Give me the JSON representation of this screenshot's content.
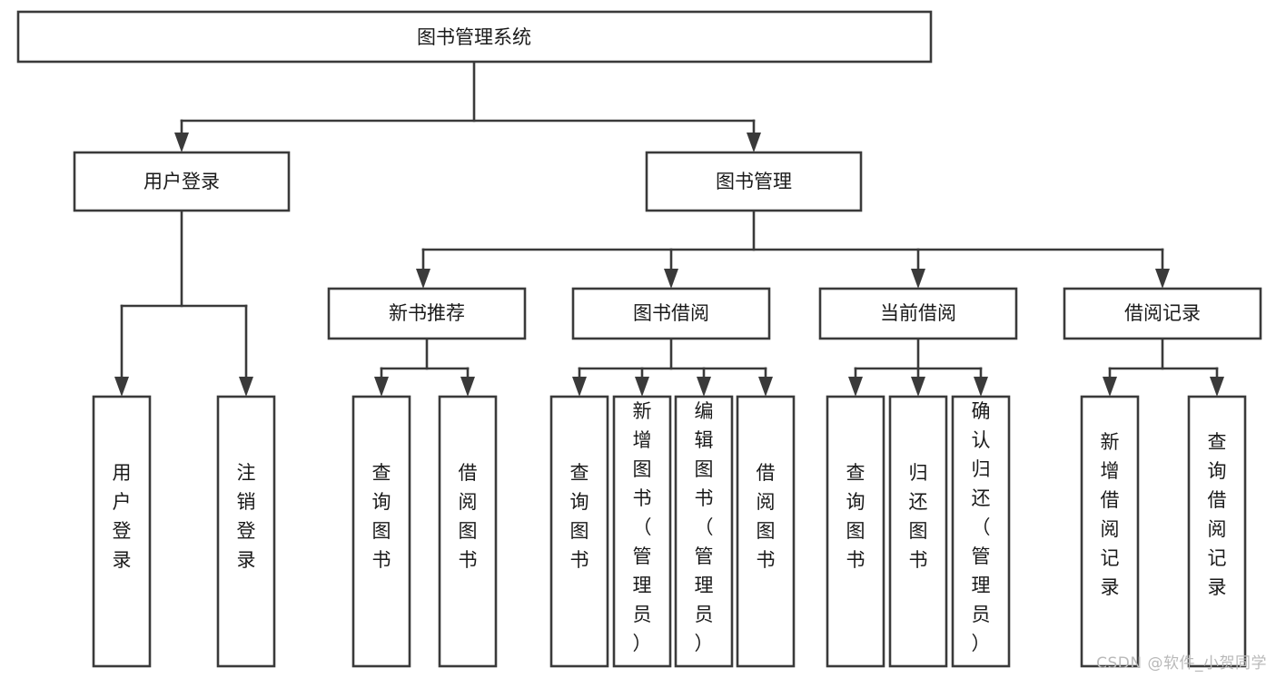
{
  "diagram": {
    "title": "图书管理系统",
    "type": "tree-hierarchy-diagram",
    "colors": {
      "box_stroke": "#3a3a3a",
      "box_fill": "#ffffff",
      "text": "#1a1a1a",
      "background": "#ffffff",
      "watermark": "#b9b9b9"
    },
    "levels": {
      "root": {
        "label": "图书管理系统",
        "orientation": "horizontal"
      },
      "level2": [
        {
          "id": "user-login",
          "label": "用户登录",
          "orientation": "horizontal"
        },
        {
          "id": "book-management",
          "label": "图书管理",
          "orientation": "horizontal"
        }
      ],
      "level3": [
        {
          "id": "new-book-recommend",
          "label": "新书推荐",
          "orientation": "horizontal"
        },
        {
          "id": "book-borrow",
          "label": "图书借阅",
          "orientation": "horizontal"
        },
        {
          "id": "current-borrow",
          "label": "当前借阅",
          "orientation": "horizontal"
        },
        {
          "id": "borrow-record",
          "label": "借阅记录",
          "orientation": "horizontal"
        }
      ],
      "leaves": [
        {
          "id": "leaf-user-login",
          "label": "用户登录",
          "parent": "user-login",
          "orientation": "vertical"
        },
        {
          "id": "leaf-user-logout",
          "label": "注销登录",
          "parent": "user-login",
          "orientation": "vertical"
        },
        {
          "id": "leaf-query-book-1",
          "label": "查询图书",
          "parent": "new-book-recommend",
          "orientation": "vertical"
        },
        {
          "id": "leaf-borrow-book-1",
          "label": "借阅图书",
          "parent": "new-book-recommend",
          "orientation": "vertical"
        },
        {
          "id": "leaf-query-book-2",
          "label": "查询图书",
          "parent": "book-borrow",
          "orientation": "vertical"
        },
        {
          "id": "leaf-add-book",
          "label": "新增图书（管理员）",
          "parent": "book-borrow",
          "orientation": "vertical"
        },
        {
          "id": "leaf-edit-book",
          "label": "编辑图书（管理员）",
          "parent": "book-borrow",
          "orientation": "vertical"
        },
        {
          "id": "leaf-borrow-book-2",
          "label": "借阅图书",
          "parent": "book-borrow",
          "orientation": "vertical"
        },
        {
          "id": "leaf-query-book-3",
          "label": "查询图书",
          "parent": "current-borrow",
          "orientation": "vertical"
        },
        {
          "id": "leaf-return-book",
          "label": "归还图书",
          "parent": "current-borrow",
          "orientation": "vertical"
        },
        {
          "id": "leaf-confirm-return",
          "label": "确认归还（管理员）",
          "parent": "current-borrow",
          "orientation": "vertical"
        },
        {
          "id": "leaf-add-record",
          "label": "新增借阅记录",
          "parent": "borrow-record",
          "orientation": "vertical"
        },
        {
          "id": "leaf-query-record",
          "label": "查询借阅记录",
          "parent": "borrow-record",
          "orientation": "vertical"
        }
      ]
    },
    "watermark": "CSDN @软件_小贺同学"
  }
}
